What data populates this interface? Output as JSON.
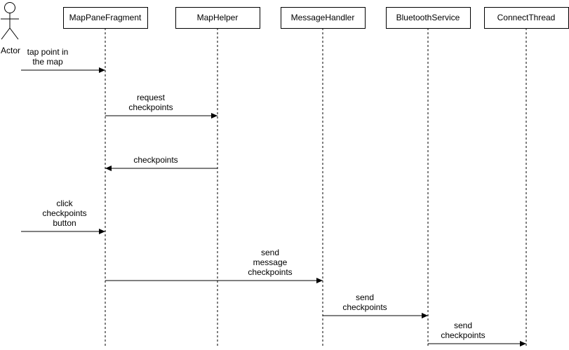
{
  "actor": {
    "label": "Actor"
  },
  "participants": [
    {
      "id": "map-pane-fragment",
      "label": "MapPaneFragment"
    },
    {
      "id": "map-helper",
      "label": "MapHelper"
    },
    {
      "id": "message-handler",
      "label": "MessageHandler"
    },
    {
      "id": "bluetooth-service",
      "label": "BluetoothService"
    },
    {
      "id": "connect-thread",
      "label": "ConnectThread"
    }
  ],
  "messages": [
    {
      "from": "actor",
      "to": "map-pane-fragment",
      "lines": [
        "tap point in",
        "the map"
      ]
    },
    {
      "from": "map-pane-fragment",
      "to": "map-helper",
      "lines": [
        "request",
        "checkpoints"
      ]
    },
    {
      "from": "map-helper",
      "to": "map-pane-fragment",
      "lines": [
        "checkpoints"
      ]
    },
    {
      "from": "actor",
      "to": "map-pane-fragment",
      "lines": [
        "click",
        "checkpoints",
        "button"
      ]
    },
    {
      "from": "map-pane-fragment",
      "to": "message-handler",
      "lines": [
        "send",
        "message",
        "checkpoints"
      ]
    },
    {
      "from": "message-handler",
      "to": "bluetooth-service",
      "lines": [
        "send",
        "checkpoints"
      ]
    },
    {
      "from": "bluetooth-service",
      "to": "connect-thread",
      "lines": [
        "send",
        "checkpoints"
      ]
    }
  ]
}
